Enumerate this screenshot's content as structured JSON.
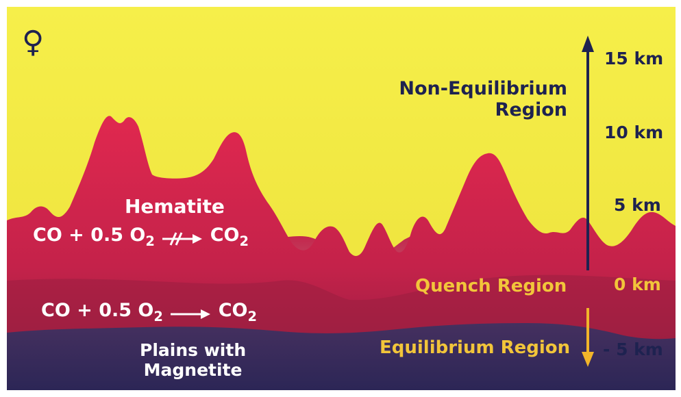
{
  "symbol": "♀",
  "colors": {
    "sky": "#f2ea3a",
    "mountain": "#d4254c",
    "mountain_dark": "#9a1f3f",
    "plains": "#3a2d63",
    "navy_text": "#1e2250",
    "gold_text": "#f2c53a",
    "arrow_gold": "#f2b52a",
    "haze": "#a8b4ae"
  },
  "altitude_scale": {
    "ticks": [
      "15 km",
      "10 km",
      "5 km",
      "0 km",
      "- 5 km"
    ]
  },
  "regions": {
    "non_equilibrium": [
      "Non-Equilibrium",
      "Region"
    ],
    "quench": "Quench Region",
    "equilibrium": "Equilibrium Region"
  },
  "mineral_labels": {
    "hematite": "Hematite",
    "plains": [
      "Plains with",
      "Magnetite"
    ]
  },
  "equations": {
    "highland": {
      "left": "CO + 0.5 O",
      "left_sub": "2",
      "right": "CO",
      "right_sub": "2",
      "arrow": "blocked"
    },
    "lowland": {
      "left": "CO + 0.5 O",
      "left_sub": "2",
      "right": "CO",
      "right_sub": "2",
      "arrow": "forward"
    }
  }
}
